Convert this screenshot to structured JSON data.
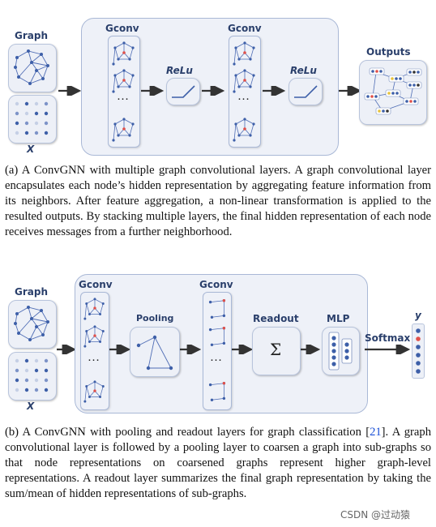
{
  "panel_a": {
    "graph_label": "Graph",
    "x_label": "X",
    "gconv_label_1": "Gconv",
    "gconv_label_2": "Gconv",
    "relu_label_1": "ReLu",
    "relu_label_2": "ReLu",
    "outputs_label": "Outputs",
    "ellipsis": "…",
    "caption": "(a) A ConvGNN with multiple graph convolutional layers. A graph convolutional layer encapsulates each node’s hidden representation by aggregating feature information from its neighbors. After feature aggregation, a non-linear transformation is applied to the resulted outputs. By stacking multiple layers, the final hidden representation of each node receives messages from a further neighborhood."
  },
  "panel_b": {
    "graph_label": "Graph",
    "x_label": "X",
    "gconv_label_1": "Gconv",
    "gconv_label_2": "Gconv",
    "pooling_label": "Pooling",
    "readout_label": "Readout",
    "readout_symbol": "Σ",
    "mlp_label": "MLP",
    "softmax_label": "Softmax",
    "y_label": "y",
    "ellipsis": "…",
    "caption_part1": "(b) A ConvGNN with pooling and readout layers for graph classification [",
    "caption_ref": "21",
    "caption_part2": "]. A graph convolutional layer is followed by a pooling layer to coarsen a graph into sub-graphs so that node representations on coarsened graphs represent higher graph-level representations. A readout layer summarizes the final graph representation by taking the sum/mean of hidden representations of sub-graphs."
  },
  "watermark": "CSDN @过动猿",
  "colors": {
    "node_blue": "#3d5fa8",
    "node_red": "#e0504a",
    "edge": "#4f6db5",
    "box_fill": "#edf0f7",
    "box_border": "#b8c4dc",
    "arrow": "#333333",
    "title_text": "#2a3f6b"
  }
}
